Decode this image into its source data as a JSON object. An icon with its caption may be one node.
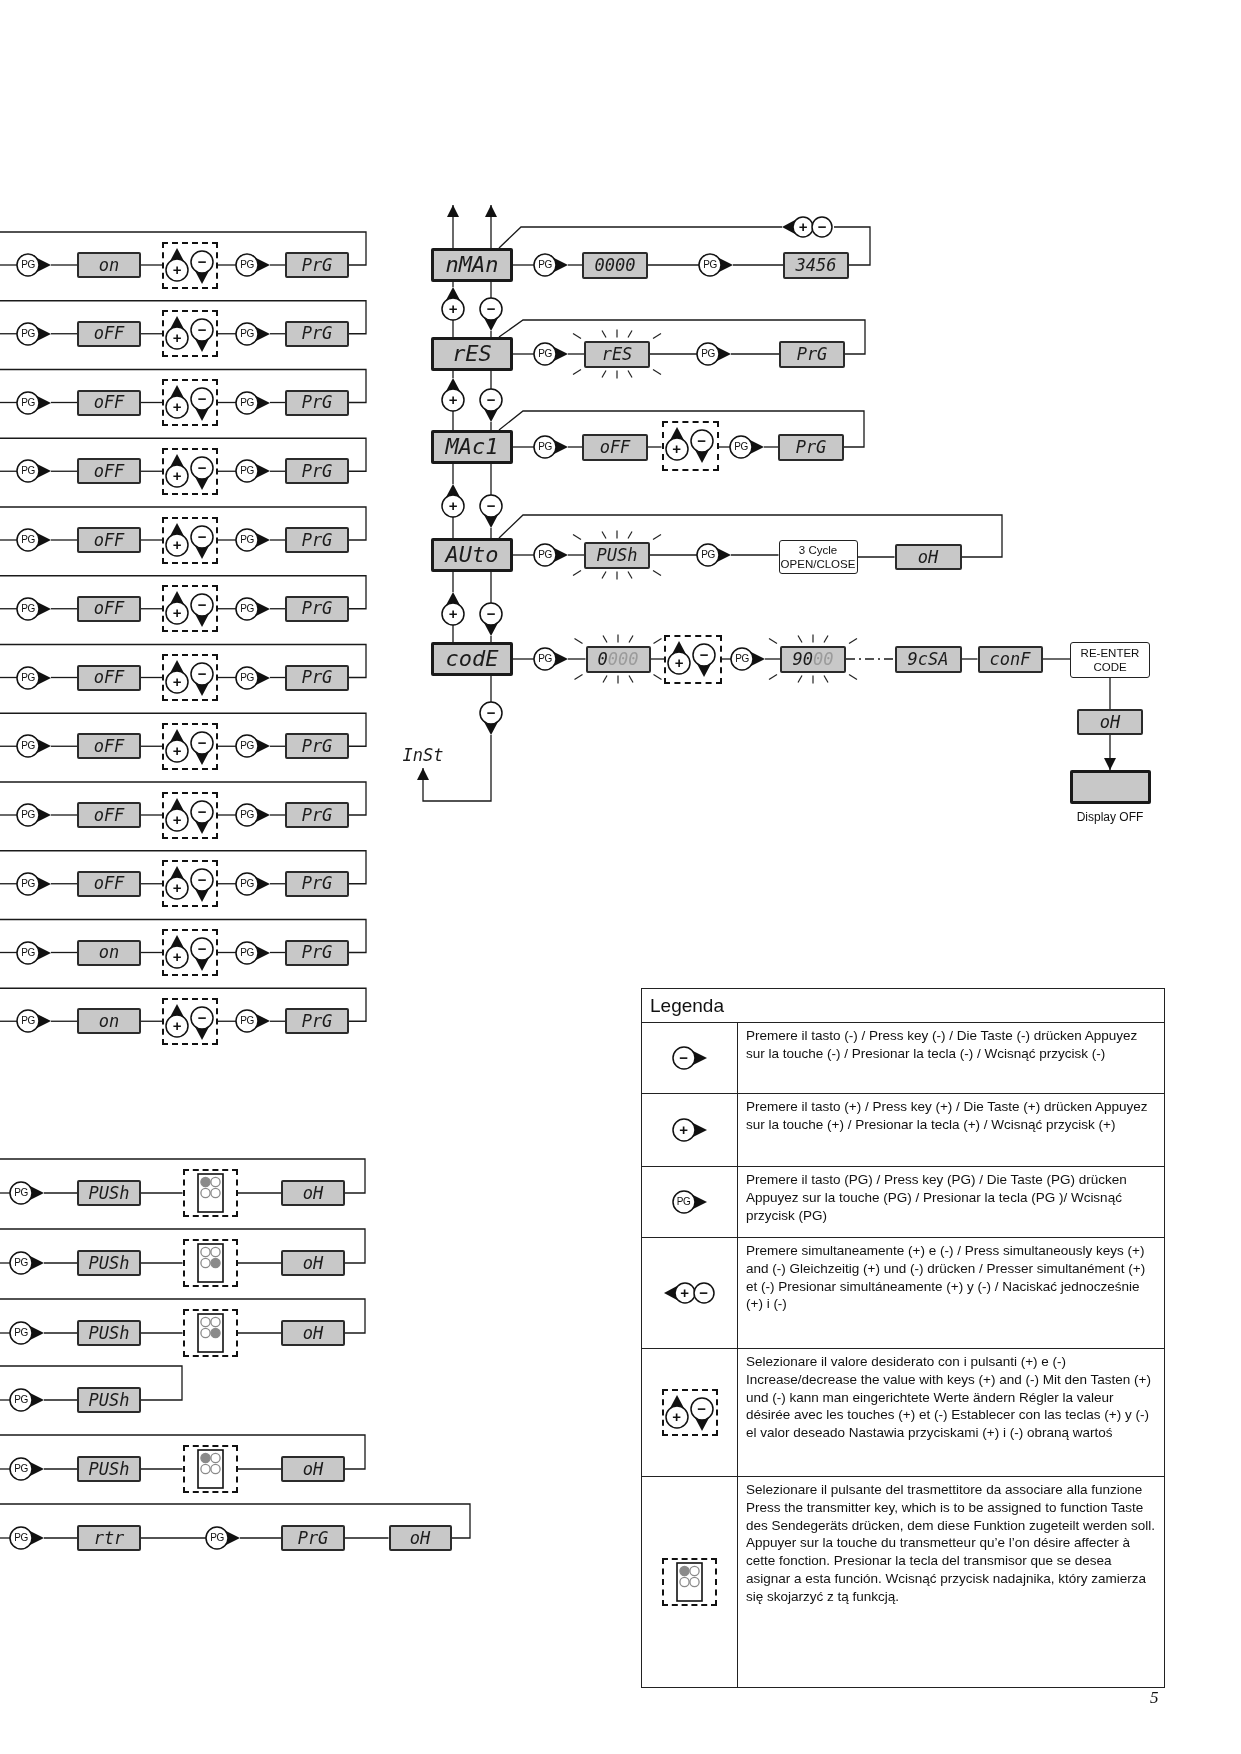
{
  "diagram": {
    "nodes": [
      {
        "text": [
          "PG"
        ]
      },
      {
        "text": [
          "on"
        ]
      },
      {
        "text": [
          "+",
          "−"
        ]
      },
      {
        "text": [
          "PG"
        ]
      },
      {
        "text": [
          "PrG"
        ]
      },
      {
        "text": [
          "PG"
        ]
      },
      {
        "text": [
          "oFF"
        ]
      },
      {
        "text": [
          "+",
          "−"
        ]
      },
      {
        "text": [
          "PG"
        ]
      },
      {
        "text": [
          "PrG"
        ]
      },
      {
        "text": [
          "PG"
        ]
      },
      {
        "text": [
          "oFF"
        ]
      },
      {
        "text": [
          "+",
          "−"
        ]
      },
      {
        "text": [
          "PG"
        ]
      },
      {
        "text": [
          "PrG"
        ]
      },
      {
        "text": [
          "PG"
        ]
      },
      {
        "text": [
          "oFF"
        ]
      },
      {
        "text": [
          "+",
          "−"
        ]
      },
      {
        "text": [
          "PG"
        ]
      },
      {
        "text": [
          "PrG"
        ]
      },
      {
        "text": [
          "PG"
        ]
      },
      {
        "text": [
          "oFF"
        ]
      },
      {
        "text": [
          "+",
          "−"
        ]
      },
      {
        "text": [
          "PG"
        ]
      },
      {
        "text": [
          "PrG"
        ]
      },
      {
        "text": [
          "PG"
        ]
      },
      {
        "text": [
          "oFF"
        ]
      },
      {
        "text": [
          "+",
          "−"
        ]
      },
      {
        "text": [
          "PG"
        ]
      },
      {
        "text": [
          "PrG"
        ]
      },
      {
        "text": [
          "PG"
        ]
      },
      {
        "text": [
          "oFF"
        ]
      },
      {
        "text": [
          "+",
          "−"
        ]
      },
      {
        "text": [
          "PG"
        ]
      },
      {
        "text": [
          "PrG"
        ]
      },
      {
        "text": [
          "PG"
        ]
      },
      {
        "text": [
          "oFF"
        ]
      },
      {
        "text": [
          "+",
          "−"
        ]
      },
      {
        "text": [
          "PG"
        ]
      },
      {
        "text": [
          "PrG"
        ]
      },
      {
        "text": [
          "PG"
        ]
      },
      {
        "text": [
          "oFF"
        ]
      },
      {
        "text": [
          "+",
          "−"
        ]
      },
      {
        "text": [
          "PG"
        ]
      },
      {
        "text": [
          "PrG"
        ]
      },
      {
        "text": [
          "PG"
        ]
      },
      {
        "text": [
          "oFF"
        ]
      },
      {
        "text": [
          "+",
          "−"
        ]
      },
      {
        "text": [
          "PG"
        ]
      },
      {
        "text": [
          "PrG"
        ]
      },
      {
        "text": [
          "PG"
        ]
      },
      {
        "text": [
          "on"
        ]
      },
      {
        "text": [
          "+",
          "−"
        ]
      },
      {
        "text": [
          "PG"
        ]
      },
      {
        "text": [
          "PrG"
        ]
      },
      {
        "text": [
          "PG"
        ]
      },
      {
        "text": [
          "on"
        ]
      },
      {
        "text": [
          "+",
          "−"
        ]
      },
      {
        "text": [
          "PG"
        ]
      },
      {
        "text": [
          "PrG"
        ]
      },
      {
        "text": [
          "nMAn"
        ]
      },
      {
        "text": [
          "PG"
        ]
      },
      {
        "text": [
          "0000"
        ]
      },
      {
        "text": [
          "PG"
        ]
      },
      {
        "text": [
          "3456"
        ]
      },
      {
        "text": [
          "+",
          "−"
        ]
      },
      {
        "text": [
          "+"
        ]
      },
      {
        "text": [
          "−"
        ]
      },
      {
        "text": [
          "rES"
        ]
      },
      {
        "text": [
          "PG"
        ]
      },
      {
        "text": [
          "rES"
        ]
      },
      {
        "text": [
          "PG"
        ]
      },
      {
        "text": [
          "PrG"
        ]
      },
      {
        "text": [
          "+"
        ]
      },
      {
        "text": [
          "−"
        ]
      },
      {
        "text": [
          "MAc1"
        ]
      },
      {
        "text": [
          "PG"
        ]
      },
      {
        "text": [
          "oFF"
        ]
      },
      {
        "text": [
          "+",
          "−"
        ]
      },
      {
        "text": [
          "PG"
        ]
      },
      {
        "text": [
          "PrG"
        ]
      },
      {
        "text": [
          "+"
        ]
      },
      {
        "text": [
          "−"
        ]
      },
      {
        "text": [
          "AUto"
        ]
      },
      {
        "text": [
          "PG"
        ]
      },
      {
        "text": [
          "PUSh"
        ]
      },
      {
        "text": [
          "PG"
        ]
      },
      {
        "text": [
          "3 Cycle OPEN/CLOSE"
        ]
      },
      {
        "text": [
          "oH"
        ]
      },
      {
        "text": [
          "+"
        ]
      },
      {
        "text": [
          "−"
        ]
      },
      {
        "text": [
          "codE"
        ]
      },
      {
        "text": [
          "PG"
        ]
      },
      {
        "text": [
          "0000"
        ]
      },
      {
        "text": [
          "+",
          "−"
        ]
      },
      {
        "text": [
          "PG"
        ]
      },
      {
        "text": [
          "9000"
        ]
      },
      {
        "text": [
          "9cSA"
        ]
      },
      {
        "text": [
          "conF"
        ]
      },
      {
        "text": [
          "RE-ENTER CODE"
        ]
      },
      {
        "text": [
          "oH"
        ]
      },
      {
        "text": [],
        "shape": "box",
        "beside": [
          "Display OFF"
        ]
      },
      {
        "text": [
          "−"
        ]
      },
      {
        "text": [
          "InSt"
        ]
      },
      {
        "text": [
          "PG"
        ]
      },
      {
        "text": [
          "PUSh"
        ]
      },
      {
        "text": [],
        "shape": "box"
      },
      {
        "text": [
          "oH"
        ]
      },
      {
        "text": [
          "PG"
        ]
      },
      {
        "text": [
          "PUSh"
        ]
      },
      {
        "text": [],
        "shape": "box"
      },
      {
        "text": [
          "oH"
        ]
      },
      {
        "text": [
          "PG"
        ]
      },
      {
        "text": [
          "PUSh"
        ]
      },
      {
        "text": [],
        "shape": "box"
      },
      {
        "text": [
          "oH"
        ]
      },
      {
        "text": [
          "PG"
        ]
      },
      {
        "text": [
          "PUSh"
        ]
      },
      {
        "text": [
          "PG"
        ]
      },
      {
        "text": [
          "PUSh"
        ]
      },
      {
        "text": [],
        "shape": "box"
      },
      {
        "text": [
          "oH"
        ]
      },
      {
        "text": [
          "PG"
        ]
      },
      {
        "text": [
          "rtr"
        ]
      },
      {
        "text": [
          "PG"
        ]
      },
      {
        "text": [
          "PrG"
        ]
      },
      {
        "text": [
          "oH"
        ]
      }
    ],
    "edges": [
      {
        "from": null,
        "to": 0,
        "arrow": "none"
      },
      {
        "from": 0,
        "to": 1,
        "arrow": "none"
      },
      {
        "from": 1,
        "to": 2,
        "arrow": "none"
      },
      {
        "from": 2,
        "to": 3,
        "arrow": "none"
      },
      {
        "from": 3,
        "to": 4,
        "arrow": "none"
      },
      {
        "from": 4,
        "to": null,
        "arrow": "none"
      },
      {
        "from": null,
        "to": 5,
        "arrow": "none"
      },
      {
        "from": 5,
        "to": 6,
        "arrow": "none"
      },
      {
        "from": 6,
        "to": 7,
        "arrow": "none"
      },
      {
        "from": 7,
        "to": 8,
        "arrow": "none"
      },
      {
        "from": 8,
        "to": 9,
        "arrow": "none"
      },
      {
        "from": 9,
        "to": null,
        "arrow": "none"
      },
      {
        "from": null,
        "to": 10,
        "arrow": "none"
      },
      {
        "from": 10,
        "to": 11,
        "arrow": "none"
      },
      {
        "from": 11,
        "to": 12,
        "arrow": "none"
      },
      {
        "from": 12,
        "to": 13,
        "arrow": "none"
      },
      {
        "from": 13,
        "to": 14,
        "arrow": "none"
      },
      {
        "from": 14,
        "to": null,
        "arrow": "none"
      },
      {
        "from": null,
        "to": 15,
        "arrow": "none"
      },
      {
        "from": 15,
        "to": 16,
        "arrow": "none"
      },
      {
        "from": 16,
        "to": 17,
        "arrow": "none"
      },
      {
        "from": 17,
        "to": 18,
        "arrow": "none"
      },
      {
        "from": 18,
        "to": 19,
        "arrow": "none"
      },
      {
        "from": 19,
        "to": null,
        "arrow": "none"
      },
      {
        "from": null,
        "to": 20,
        "arrow": "none"
      },
      {
        "from": 20,
        "to": 21,
        "arrow": "none"
      },
      {
        "from": 21,
        "to": 22,
        "arrow": "none"
      },
      {
        "from": 22,
        "to": 23,
        "arrow": "none"
      },
      {
        "from": 23,
        "to": 24,
        "arrow": "none"
      },
      {
        "from": 24,
        "to": null,
        "arrow": "none"
      },
      {
        "from": null,
        "to": 25,
        "arrow": "none"
      },
      {
        "from": 25,
        "to": 26,
        "arrow": "none"
      },
      {
        "from": 26,
        "to": 27,
        "arrow": "none"
      },
      {
        "from": 27,
        "to": 28,
        "arrow": "none"
      },
      {
        "from": 28,
        "to": 29,
        "arrow": "none"
      },
      {
        "from": 29,
        "to": null,
        "arrow": "none"
      },
      {
        "from": null,
        "to": 30,
        "arrow": "none"
      },
      {
        "from": 30,
        "to": 31,
        "arrow": "none"
      },
      {
        "from": 31,
        "to": 32,
        "arrow": "none"
      },
      {
        "from": 32,
        "to": 33,
        "arrow": "none"
      },
      {
        "from": 33,
        "to": 34,
        "arrow": "none"
      },
      {
        "from": 34,
        "to": null,
        "arrow": "none"
      },
      {
        "from": null,
        "to": 35,
        "arrow": "none"
      },
      {
        "from": 35,
        "to": 36,
        "arrow": "none"
      },
      {
        "from": 36,
        "to": 37,
        "arrow": "none"
      },
      {
        "from": 37,
        "to": 38,
        "arrow": "none"
      },
      {
        "from": 38,
        "to": 39,
        "arrow": "none"
      },
      {
        "from": 39,
        "to": null,
        "arrow": "none"
      },
      {
        "from": null,
        "to": 40,
        "arrow": "none"
      },
      {
        "from": 40,
        "to": 41,
        "arrow": "none"
      },
      {
        "from": 41,
        "to": 42,
        "arrow": "none"
      },
      {
        "from": 42,
        "to": 43,
        "arrow": "none"
      },
      {
        "from": 43,
        "to": 44,
        "arrow": "none"
      },
      {
        "from": 44,
        "to": null,
        "arrow": "none"
      },
      {
        "from": null,
        "to": 45,
        "arrow": "none"
      },
      {
        "from": 45,
        "to": 46,
        "arrow": "none"
      },
      {
        "from": 46,
        "to": 47,
        "arrow": "none"
      },
      {
        "from": 47,
        "to": 48,
        "arrow": "none"
      },
      {
        "from": 48,
        "to": 49,
        "arrow": "none"
      },
      {
        "from": 49,
        "to": null,
        "arrow": "none"
      },
      {
        "from": null,
        "to": 50,
        "arrow": "none"
      },
      {
        "from": 50,
        "to": 51,
        "arrow": "none"
      },
      {
        "from": 51,
        "to": 52,
        "arrow": "none"
      },
      {
        "from": 52,
        "to": 53,
        "arrow": "none"
      },
      {
        "from": 53,
        "to": 54,
        "arrow": "none"
      },
      {
        "from": 54,
        "to": null,
        "arrow": "none"
      },
      {
        "from": null,
        "to": 55,
        "arrow": "none"
      },
      {
        "from": 55,
        "to": 56,
        "arrow": "none"
      },
      {
        "from": 56,
        "to": 57,
        "arrow": "none"
      },
      {
        "from": 57,
        "to": 58,
        "arrow": "none"
      },
      {
        "from": 58,
        "to": 59,
        "arrow": "none"
      },
      {
        "from": 59,
        "to": null,
        "arrow": "none"
      },
      {
        "from": 60,
        "to": null,
        "arrow": "to"
      },
      {
        "from": 60,
        "to": null,
        "arrow": "to"
      },
      {
        "from": 60,
        "to": 61,
        "arrow": "none"
      },
      {
        "from": 61,
        "to": 62,
        "arrow": "none"
      },
      {
        "from": 62,
        "to": 63,
        "arrow": "none"
      },
      {
        "from": 63,
        "to": 64,
        "arrow": "none"
      },
      {
        "from": 64,
        "to": 65,
        "arrow": "none"
      },
      {
        "from": 65,
        "to": 60,
        "arrow": "none"
      },
      {
        "from": 68,
        "to": 66,
        "arrow": "none"
      },
      {
        "from": 66,
        "to": 60,
        "arrow": "none"
      },
      {
        "from": 60,
        "to": 67,
        "arrow": "none"
      },
      {
        "from": 67,
        "to": 68,
        "arrow": "none"
      },
      {
        "from": 68,
        "to": 69,
        "arrow": "none"
      },
      {
        "from": 69,
        "to": 70,
        "arrow": "none"
      },
      {
        "from": 70,
        "to": 71,
        "arrow": "none"
      },
      {
        "from": 71,
        "to": 72,
        "arrow": "none"
      },
      {
        "from": 72,
        "to": 68,
        "arrow": "none"
      },
      {
        "from": 75,
        "to": 73,
        "arrow": "none"
      },
      {
        "from": 73,
        "to": 68,
        "arrow": "none"
      },
      {
        "from": 68,
        "to": 74,
        "arrow": "none"
      },
      {
        "from": 74,
        "to": 75,
        "arrow": "none"
      },
      {
        "from": 75,
        "to": 76,
        "arrow": "none"
      },
      {
        "from": 76,
        "to": 77,
        "arrow": "none"
      },
      {
        "from": 77,
        "to": 78,
        "arrow": "none"
      },
      {
        "from": 78,
        "to": 79,
        "arrow": "none"
      },
      {
        "from": 79,
        "to": 80,
        "arrow": "none"
      },
      {
        "from": 80,
        "to": 75,
        "arrow": "none"
      },
      {
        "from": 83,
        "to": 81,
        "arrow": "none"
      },
      {
        "from": 81,
        "to": 75,
        "arrow": "none"
      },
      {
        "from": 75,
        "to": 82,
        "arrow": "none"
      },
      {
        "from": 82,
        "to": 83,
        "arrow": "none"
      },
      {
        "from": 83,
        "to": 84,
        "arrow": "none"
      },
      {
        "from": 84,
        "to": 85,
        "arrow": "none"
      },
      {
        "from": 85,
        "to": 86,
        "arrow": "none"
      },
      {
        "from": 86,
        "to": 87,
        "arrow": "none"
      },
      {
        "from": 87,
        "to": 88,
        "arrow": "none"
      },
      {
        "from": 88,
        "to": 83,
        "arrow": "none"
      },
      {
        "from": 91,
        "to": 89,
        "arrow": "none"
      },
      {
        "from": 89,
        "to": 83,
        "arrow": "none"
      },
      {
        "from": 83,
        "to": 90,
        "arrow": "none"
      },
      {
        "from": 90,
        "to": 91,
        "arrow": "none"
      },
      {
        "from": 91,
        "to": 92,
        "arrow": "none"
      },
      {
        "from": 92,
        "to": 93,
        "arrow": "none"
      },
      {
        "from": 93,
        "to": 94,
        "arrow": "none"
      },
      {
        "from": 94,
        "to": 95,
        "arrow": "none"
      },
      {
        "from": 95,
        "to": 96,
        "arrow": "none"
      },
      {
        "from": 96,
        "to": 97,
        "arrow": "none",
        "style": "dashed"
      },
      {
        "from": 97,
        "to": 98,
        "arrow": "none"
      },
      {
        "from": 98,
        "to": 99,
        "arrow": "none"
      },
      {
        "from": 99,
        "to": 100,
        "arrow": "none"
      },
      {
        "from": 100,
        "to": 101,
        "arrow": "to"
      },
      {
        "from": 91,
        "to": 102,
        "arrow": "none"
      },
      {
        "from": 102,
        "to": 103,
        "arrow": "to"
      },
      {
        "from": null,
        "to": 104,
        "arrow": "none"
      },
      {
        "from": 104,
        "to": 105,
        "arrow": "none"
      },
      {
        "from": 105,
        "to": 106,
        "arrow": "none"
      },
      {
        "from": 106,
        "to": 107,
        "arrow": "none"
      },
      {
        "from": 107,
        "to": null,
        "arrow": "none"
      },
      {
        "from": null,
        "to": 108,
        "arrow": "none"
      },
      {
        "from": 108,
        "to": 109,
        "arrow": "none"
      },
      {
        "from": 109,
        "to": 110,
        "arrow": "none"
      },
      {
        "from": 110,
        "to": 111,
        "arrow": "none"
      },
      {
        "from": 111,
        "to": null,
        "arrow": "none"
      },
      {
        "from": null,
        "to": 112,
        "arrow": "none"
      },
      {
        "from": 112,
        "to": 113,
        "arrow": "none"
      },
      {
        "from": 113,
        "to": 114,
        "arrow": "none"
      },
      {
        "from": 114,
        "to": 115,
        "arrow": "none"
      },
      {
        "from": 115,
        "to": null,
        "arrow": "none"
      },
      {
        "from": null,
        "to": 116,
        "arrow": "none"
      },
      {
        "from": 116,
        "to": 117,
        "arrow": "none"
      },
      {
        "from": 117,
        "to": null,
        "arrow": "none"
      },
      {
        "from": null,
        "to": 118,
        "arrow": "none"
      },
      {
        "from": 118,
        "to": 119,
        "arrow": "none"
      },
      {
        "from": 119,
        "to": 120,
        "arrow": "none"
      },
      {
        "from": 120,
        "to": 121,
        "arrow": "none"
      },
      {
        "from": 121,
        "to": null,
        "arrow": "none"
      },
      {
        "from": null,
        "to": 122,
        "arrow": "none"
      },
      {
        "from": 122,
        "to": 123,
        "arrow": "none"
      },
      {
        "from": 123,
        "to": 124,
        "arrow": "none"
      },
      {
        "from": 124,
        "to": 125,
        "arrow": "none"
      },
      {
        "from": 125,
        "to": 126,
        "arrow": "none"
      },
      {
        "from": 126,
        "to": null,
        "arrow": "none"
      }
    ],
    "labels": [
      "Legenda",
      "−",
      "+",
      "PG",
      "+",
      "−",
      "+",
      "−",
      "5"
    ],
    "legend": [
      {
        "text": "Premere il tasto (-) / Press key (-) / Die Taste (-) drücken Appuyez sur la touche (-) / Presionar la tecla (-) / Wcisnąć przycisk (-)"
      },
      {
        "text": "Premere il tasto (+) / Press key (+) / Die Taste (+) drücken Appuyez sur la touche (+) / Presionar la tecla (+) / Wcisnąć przycisk (+)"
      },
      {
        "text": "Premere il tasto (PG) / Press key (PG) / Die Taste (PG) drücken Appuyez sur la touche (PG) / Presionar la tecla (PG )/ Wcisnąć przycisk (PG)"
      },
      {
        "text": "Premere simultaneamente (+) e (-) / Press simultaneously keys (+) and (-) Gleichzeitig (+) und (-) drücken / Presser simultanément (+) et (-) Presionar simultáneamente (+) y (-) / Naciskać jednocześnie (+) i (-)"
      },
      {
        "text": "Selezionare il valore desiderato con i pulsanti (+) e (-) Increase/decrease the value with keys (+) and (-) Mit den Tasten (+) und (-) kann man eingerichtete Werte ändern Régler la valeur désirée avec les touches (+) et (-) Establecer con las teclas (+) y (-) el valor deseado Nastawia przyciskami (+) i (-) obraną wartoś"
      },
      {
        "text": "Selezionare il pulsante del trasmettitore da associare alla funzione Press the transmitter key, which is to be assigned to function Taste des Sendegeräts drücken, dem diese Funktion zugeteilt werden soll. Appuyer sur la touche du transmetteur qu’e l’on désire affecter à cette fonction. Presionar la tecla del transmisor que se desea asignar a esta función. Wcisnąć przycisk nadajnika, który zamierza się skojarzyć z tą funkcją."
      }
    ]
  }
}
